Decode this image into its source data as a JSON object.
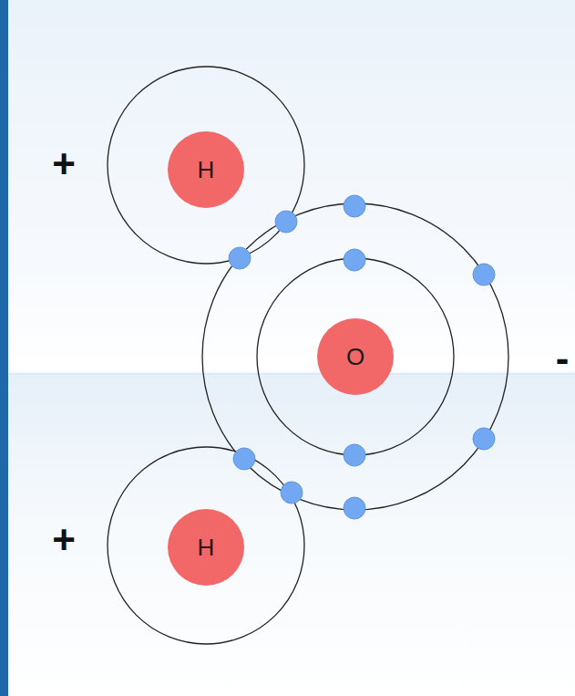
{
  "diagram": {
    "nodes": [
      {
        "text": [
          "H"
        ]
      },
      {
        "text": [
          "O"
        ]
      },
      {
        "text": [
          "H"
        ]
      }
    ],
    "labels": [
      "+",
      "-",
      "+"
    ]
  }
}
